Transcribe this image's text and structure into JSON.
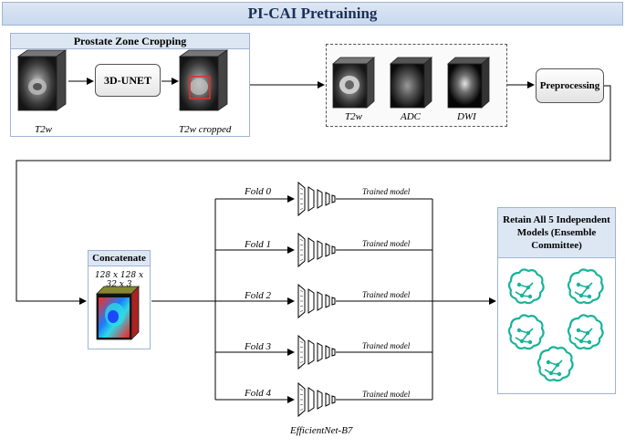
{
  "title": "PI-CAI Pretraining",
  "cropping": {
    "title": "Prostate Zone Cropping",
    "model_label": "3D-UNET",
    "input_label": "T2w",
    "output_label": "T2w cropped"
  },
  "modalities": [
    {
      "label": "T2w"
    },
    {
      "label": "ADC"
    },
    {
      "label": "DWI"
    }
  ],
  "preprocessing_label": "Preprocessing",
  "concatenate": {
    "title": "Concatenate",
    "dims": "128 x 128 x 32 x 3"
  },
  "folds": [
    {
      "label": "Fold 0",
      "output": "Trained model"
    },
    {
      "label": "Fold 1",
      "output": "Trained model"
    },
    {
      "label": "Fold 2",
      "output": "Trained model"
    },
    {
      "label": "Fold 3",
      "output": "Trained model"
    },
    {
      "label": "Fold 4",
      "output": "Trained model"
    }
  ],
  "model_name": "EfficientNet-B7",
  "ensemble": {
    "title": "Retain All 5 Independent Models (Ensemble Committee)",
    "icon_count": 5,
    "icon_name": "ai-brain-icon",
    "icon_color": "#1ab39a"
  },
  "colors": {
    "header_fill": "#dde7f4",
    "header_border": "#9fb4d4",
    "title_text": "#1c2f55",
    "crop_region": "#e0302a"
  }
}
